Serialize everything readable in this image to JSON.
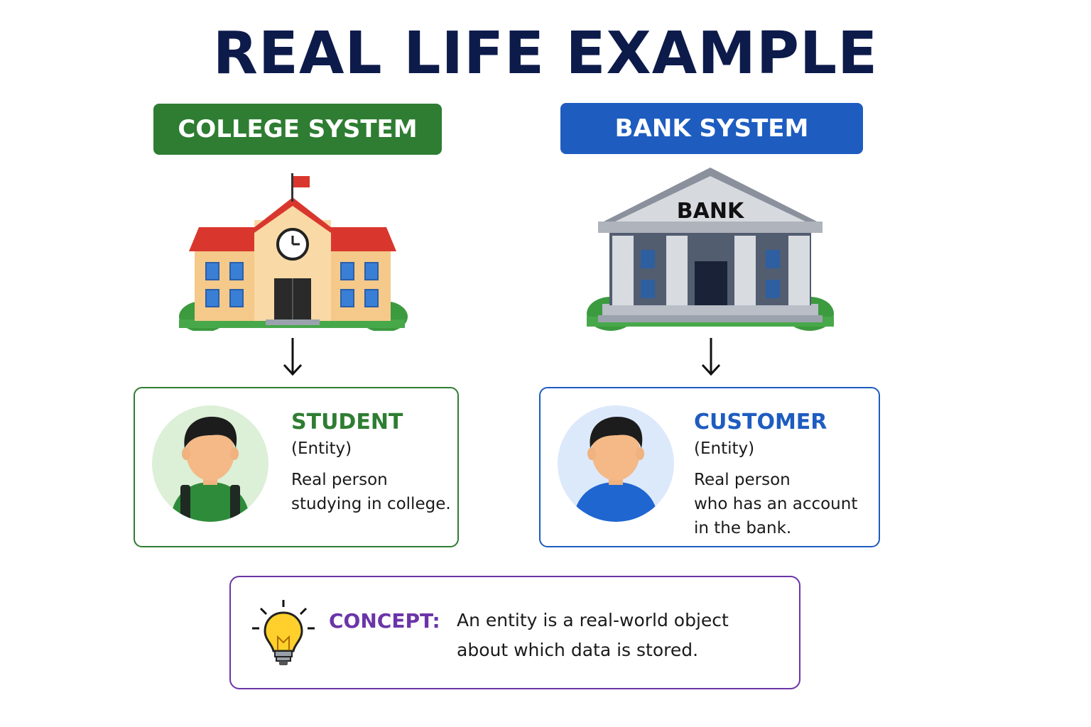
{
  "title": "REAL LIFE EXAMPLE",
  "colors": {
    "title": "#0d1b4b",
    "college_green": "#2e7d32",
    "bank_blue": "#1e5cc0",
    "concept_purple": "#6b35a8"
  },
  "college": {
    "header": "COLLEGE SYSTEM",
    "illustration_icon": "college-building-icon",
    "entity_name": "STUDENT",
    "entity_type": "(Entity)",
    "description_lines": [
      "Real person",
      "studying in college."
    ]
  },
  "bank": {
    "header": "BANK SYSTEM",
    "illustration_icon": "bank-building-icon",
    "sign": "BANK",
    "entity_name": "CUSTOMER",
    "entity_type": "(Entity)",
    "description_lines": [
      "Real person",
      "who has an account",
      "in the bank."
    ]
  },
  "concept": {
    "icon": "lightbulb-icon",
    "label": "CONCEPT:",
    "text_lines": [
      "An entity is a real-world object",
      "about which data is stored."
    ]
  }
}
